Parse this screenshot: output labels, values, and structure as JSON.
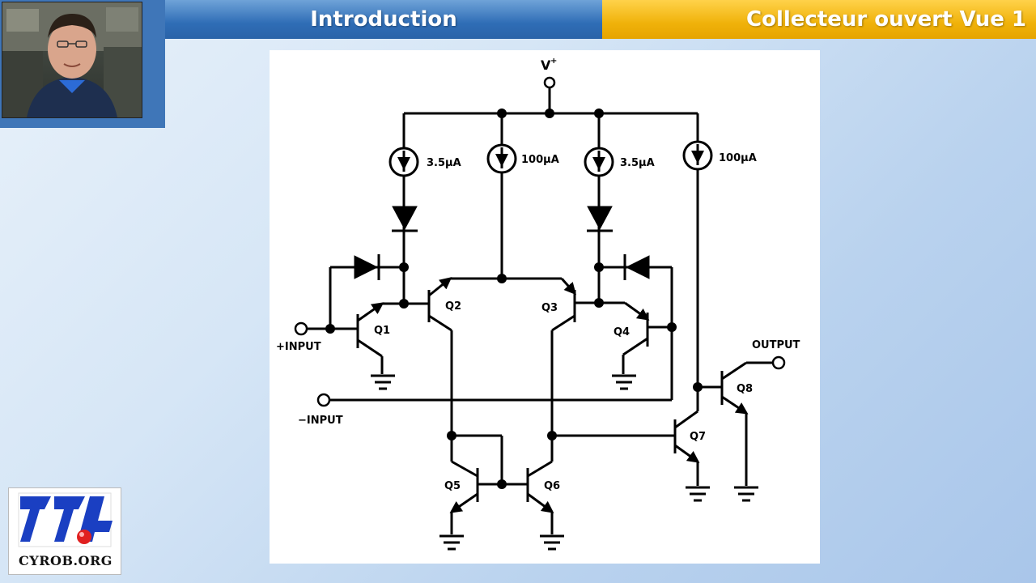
{
  "header": {
    "left_title": "Introduction",
    "right_title": "Collecteur ouvert Vue 1"
  },
  "schematic": {
    "supply_label": "V",
    "supply_sup": "+",
    "sources": [
      "3.5μA",
      "100μA",
      "3.5μA",
      "100μA"
    ],
    "transistors": [
      "Q1",
      "Q2",
      "Q3",
      "Q4",
      "Q5",
      "Q6",
      "Q7",
      "Q8"
    ],
    "plus_input": "+INPUT",
    "minus_input": "−INPUT",
    "output": "OUTPUT"
  },
  "logo": {
    "text": "CYROB.ORG"
  },
  "colors": {
    "header_left": "#2f6db6",
    "header_right": "#f0b20a",
    "logo_blue": "#1a3fc2",
    "logo_red": "#e02020"
  }
}
